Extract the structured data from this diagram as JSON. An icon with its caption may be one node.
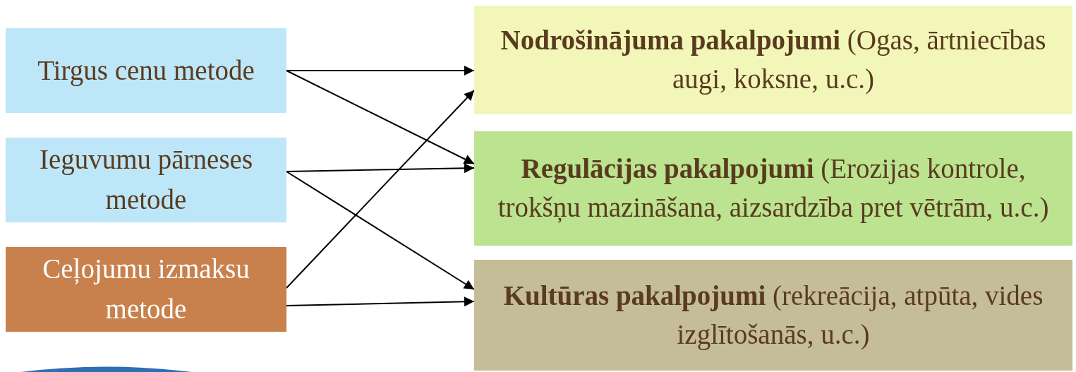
{
  "diagram": {
    "nodes": [
      {
        "text": [
          "Tirgus cenu metode"
        ]
      },
      {
        "text": [
          "Ieguvumu pārneses metode"
        ]
      },
      {
        "text": [
          "Ceļojumu izmaksu metode"
        ]
      },
      {
        "text": [
          "**Nodrošinājuma pakalpojumi** (Ogas, ārtniecības augi, koksne, u.c.)"
        ]
      },
      {
        "text": [
          "**Regulācijas pakalpojumi** (Erozijas kontrole, trokšņu mazināšana, aizsardzība pret vētrām, u.c.)"
        ]
      },
      {
        "text": [
          "**Kultūras pakalpojumi** (rekreācija, atpūta, vides izglītošanās, u.c.)"
        ]
      }
    ],
    "edges": [
      {
        "from": 0,
        "to": 3,
        "arrow": "to"
      },
      {
        "from": 0,
        "to": 4,
        "arrow": "to"
      },
      {
        "from": 1,
        "to": 4,
        "arrow": "to"
      },
      {
        "from": 1,
        "to": 5,
        "arrow": "to"
      },
      {
        "from": 2,
        "to": 3,
        "arrow": "to"
      },
      {
        "from": 2,
        "to": 5,
        "arrow": "to"
      }
    ]
  }
}
